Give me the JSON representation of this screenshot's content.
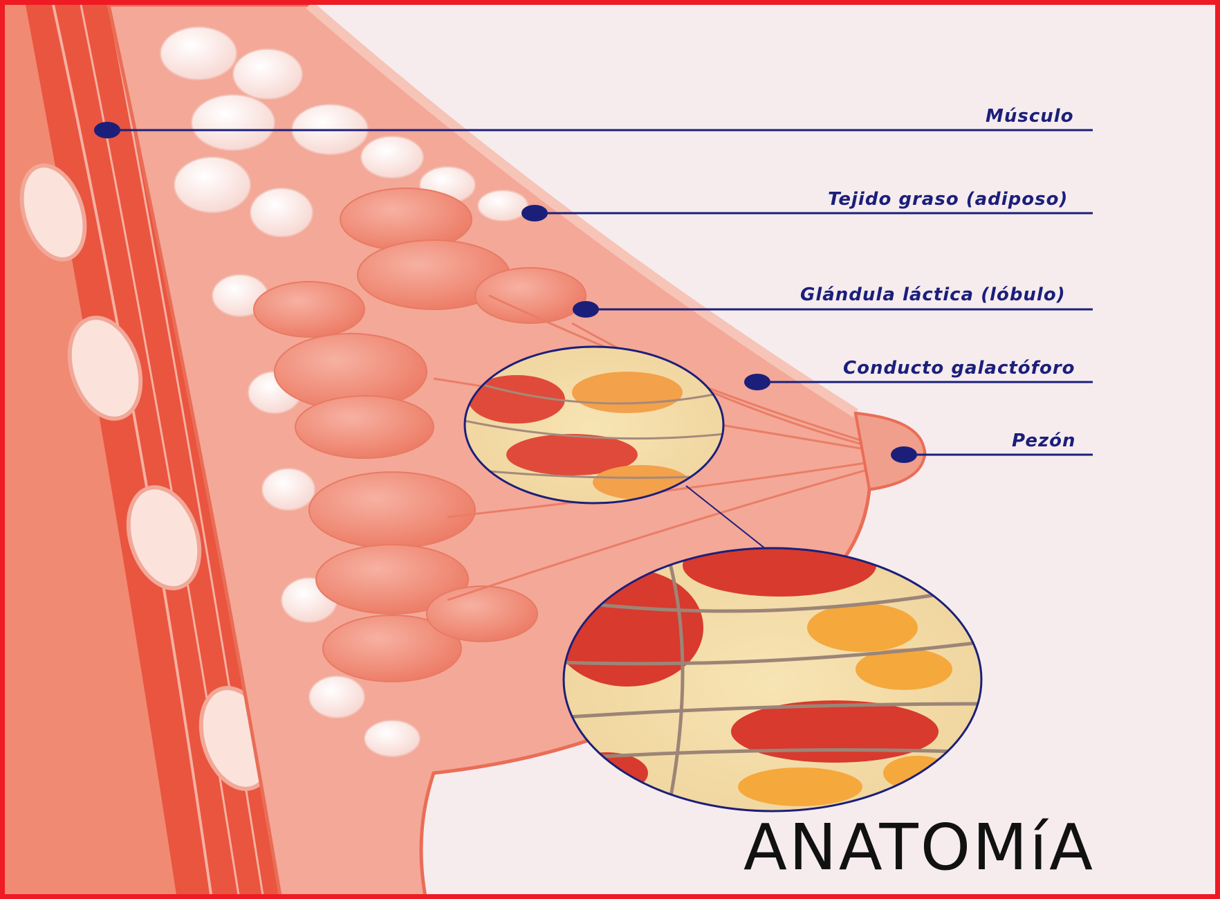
{
  "title": "ANATOMíA",
  "labels": [
    {
      "id": "musculo",
      "text": "Músculo"
    },
    {
      "id": "tejido-graso",
      "text": "Tejido graso (adiposo)"
    },
    {
      "id": "glandula",
      "text": "Glándula láctica (lóbulo)"
    },
    {
      "id": "conducto",
      "text": "Conducto galactóforo"
    },
    {
      "id": "pezon",
      "text": "Pezón"
    }
  ],
  "colors": {
    "frame": "#ee1b24",
    "background": "#f6ecee",
    "tissue": "#f28a74",
    "muscle": "#e9553f",
    "label": "#1b1f7a",
    "title": "#111111"
  }
}
